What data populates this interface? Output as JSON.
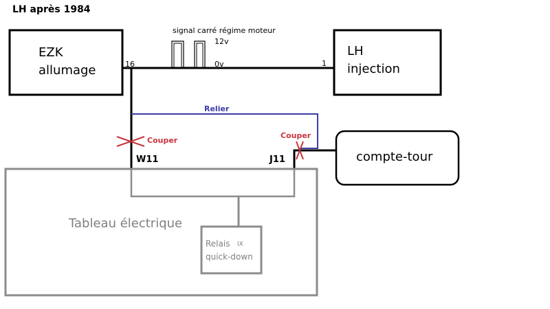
{
  "title": "LH après 1984",
  "colors": {
    "line": "#000000",
    "link": "#3c3ca8",
    "cut": "#c8343c",
    "panel": "#8c8c8c",
    "panel_text": "#808080"
  },
  "boxes": {
    "ezk": {
      "line1": "EZK",
      "line2": "allumage"
    },
    "lh": {
      "line1": "LH",
      "line2": "injection"
    },
    "compte_tour": "compte-tour",
    "tableau": "Tableau électrique",
    "relais": {
      "line1": "Relais",
      "badge": "IX",
      "line2": "quick-down"
    }
  },
  "signal": {
    "label": "signal carré régime moteur",
    "high": "12v",
    "low": "0v"
  },
  "pins": {
    "ezk_pin": "16",
    "lh_pin": "1",
    "w11": "W11",
    "j11": "J11"
  },
  "annotations": {
    "relier": "Relier",
    "couper_left": "Couper",
    "couper_right": "Couper"
  },
  "icons": {
    "cut_left": "red-x-cut-icon",
    "cut_right": "red-x-cut-icon",
    "square_wave": "square-wave-icon"
  }
}
